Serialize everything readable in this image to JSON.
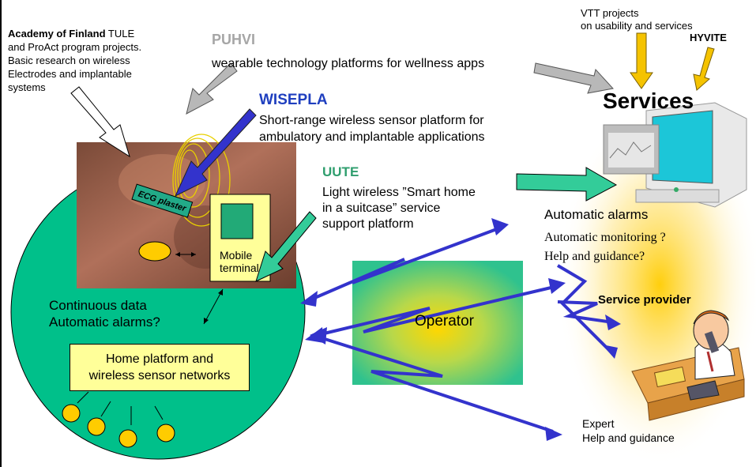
{
  "academy": {
    "bold": "Academy of Finland",
    "rest": " TULE",
    "lines": [
      "and ProAct program projects.",
      "Basic research on wireless",
      "Electrodes and implantable",
      "systems"
    ]
  },
  "puhvi": {
    "title": "PUHVI",
    "desc": "wearable technology platforms for wellness apps"
  },
  "wisepla": {
    "title": "WISEPLA",
    "lines": [
      "Short-range wireless sensor platform for",
      "ambulatory and implantable applications"
    ]
  },
  "uute": {
    "title": "UUTE",
    "lines": [
      "Light wireless ”Smart home",
      "in a suitcase” service",
      "support platform"
    ]
  },
  "vtt": {
    "lines": [
      "VTT projects",
      "on usability and services"
    ]
  },
  "hyvite": "HYVITE",
  "services": "Services",
  "alarms": "Automatic alarms",
  "monitoring": [
    "Automatic monitoring ?",
    "Help and guidance?"
  ],
  "provider": "Service provider",
  "expert": [
    "Expert",
    "Help and guidance"
  ],
  "continuous": [
    "Continuous data",
    "Automatic alarms?"
  ],
  "home": [
    "Home platform and",
    "wireless sensor networks"
  ],
  "operator": "Operator",
  "ecg": "ECG plaster",
  "mobile": [
    "Mobile",
    "terminal"
  ],
  "colors": {
    "circle": "#00c08a",
    "yellow_box": "#ffff99",
    "blue_arrow": "#3333cc",
    "green_arrow": "#33cc99",
    "gold_arrow": "#f5c300",
    "gray_arrow": "#a6a6a6",
    "sensor": "#ffcc00"
  }
}
